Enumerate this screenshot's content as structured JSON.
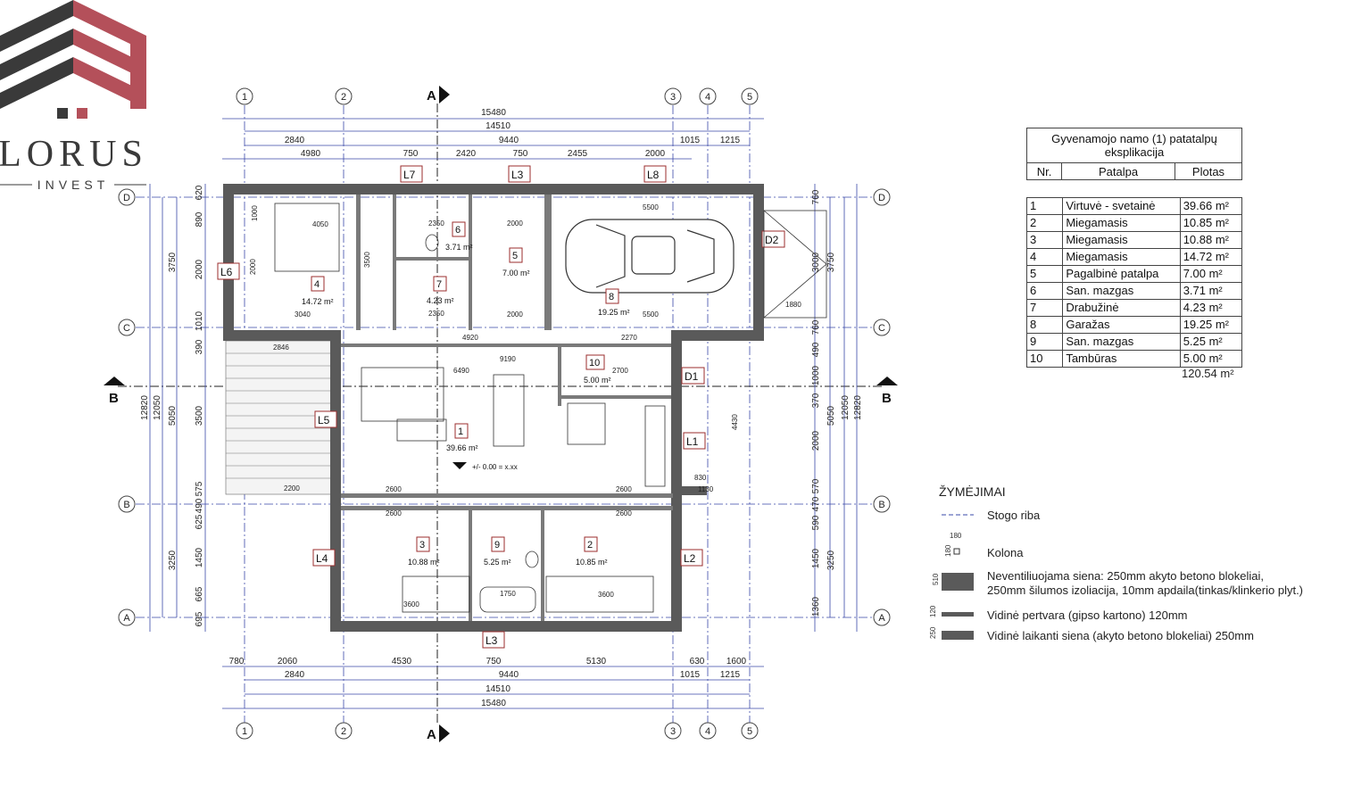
{
  "logo": {
    "name": "LORUS",
    "sub": "INVEST",
    "colors": {
      "dark": "#3a3a3a",
      "accent": "#b4505a"
    }
  },
  "colors": {
    "wall": "#5a5a5a",
    "dimension": "#3a48a8",
    "grid_bubble": "#444444",
    "room_tag": "#9b2d2d"
  },
  "grid_axes": {
    "columns": [
      "1",
      "2",
      "3",
      "4",
      "5"
    ],
    "rows": [
      "D",
      "C",
      "B",
      "A"
    ]
  },
  "section_marks": {
    "a": "A",
    "b": "B"
  },
  "dimensions": {
    "top": {
      "total": "15480",
      "axes": "14510",
      "middle": [
        "2840",
        "9440",
        "1015",
        "1215"
      ],
      "inner": [
        "4980",
        "750",
        "2420",
        "750",
        "2455",
        "2000"
      ]
    },
    "bottom": {
      "inner": [
        "780",
        "2060",
        "4530",
        "750",
        "5130",
        "630",
        "1600"
      ],
      "middle": [
        "2840",
        "9440",
        "1015",
        "1215"
      ],
      "axes": "14510",
      "total": "15480"
    },
    "left": {
      "total": "12820",
      "axes": "12050",
      "middle": [
        "3750",
        "5050",
        "3250"
      ],
      "inner": [
        "620",
        "890",
        "2000",
        "1010",
        "390",
        "3500",
        "575",
        "490",
        "625",
        "1450",
        "665",
        "695"
      ]
    },
    "right": {
      "total": "12820",
      "axes": "12050",
      "middle": [
        "3750",
        "5050",
        "3250"
      ],
      "inner": [
        "760",
        "3000",
        "760",
        "490",
        "1000",
        "370",
        "2000",
        "570",
        "470",
        "590",
        "1450",
        "1360"
      ]
    }
  },
  "openings": {
    "windows": [
      "L1",
      "L2",
      "L3",
      "L3",
      "L4",
      "L5",
      "L6",
      "L7",
      "L8"
    ],
    "doors": [
      "D1",
      "D2"
    ]
  },
  "rooms": [
    {
      "nr": "1",
      "area": "39.66 m²"
    },
    {
      "nr": "2",
      "area": "10.85 m²"
    },
    {
      "nr": "3",
      "area": "10.88 m²"
    },
    {
      "nr": "4",
      "area": "14.72 m²"
    },
    {
      "nr": "5",
      "area": "7.00 m²"
    },
    {
      "nr": "6",
      "area": "3.71 m²"
    },
    {
      "nr": "7",
      "area": "4.23 m²"
    },
    {
      "nr": "8",
      "area": "19.25 m²"
    },
    {
      "nr": "9",
      "area": "5.25 m²"
    },
    {
      "nr": "10",
      "area": "5.00 m²"
    }
  ],
  "level_mark": "+/- 0.00 = x.xx",
  "interior_dims": [
    "4050",
    "1000",
    "2000",
    "3040",
    "3500",
    "2350",
    "2350",
    "2000",
    "2000",
    "5500",
    "5500",
    "4920",
    "6490",
    "9190",
    "2700",
    "2270",
    "2600",
    "2600",
    "2600",
    "2600",
    "3600",
    "3600",
    "1750",
    "1130",
    "830",
    "4430",
    "1880",
    "2846",
    "2200"
  ],
  "explication": {
    "title": "Gyvenamojo namo (1) patatalpų eksplikacija",
    "headers": [
      "Nr.",
      "Patalpa",
      "Plotas"
    ],
    "rows": [
      [
        "1",
        "Virtuvė - svetainė",
        "39.66 m²"
      ],
      [
        "2",
        "Miegamasis",
        "10.85 m²"
      ],
      [
        "3",
        "Miegamasis",
        "10.88 m²"
      ],
      [
        "4",
        "Miegamasis",
        "14.72 m²"
      ],
      [
        "5",
        "Pagalbinė patalpa",
        "7.00 m²"
      ],
      [
        "6",
        "San. mazgas",
        "3.71 m²"
      ],
      [
        "7",
        "Drabužinė",
        "4.23 m²"
      ],
      [
        "8",
        "Garažas",
        "19.25 m²"
      ],
      [
        "9",
        "San. mazgas",
        "5.25 m²"
      ],
      [
        "10",
        "Tambūras",
        "5.00 m²"
      ]
    ],
    "total": "120.54 m²"
  },
  "legend": {
    "title": "ŽYMĖJIMAI",
    "items": [
      {
        "label": "Stogo riba"
      },
      {
        "label": "Kolona",
        "dims": [
          "180",
          "180"
        ]
      },
      {
        "label": "Neventiliuojama siena: 250mm akyto betono blokeliai,",
        "label2": "250mm šilumos izoliacija, 10mm apdaila(tinkas/klinkerio plyt.)",
        "dim": "510"
      },
      {
        "label": "Vidinė pertvara (gipso kartono) 120mm",
        "dim": "120"
      },
      {
        "label": "Vidinė laikanti siena (akyto betono blokeliai) 250mm",
        "dim": "250"
      }
    ]
  }
}
